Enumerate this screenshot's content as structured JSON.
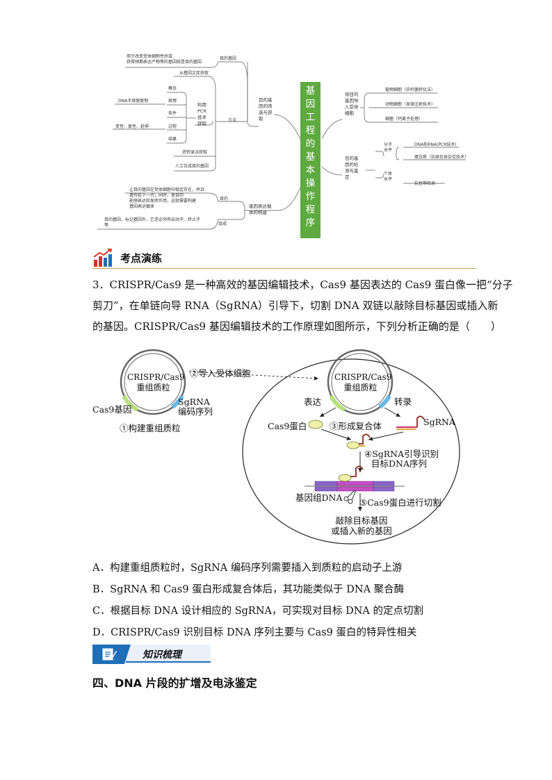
{
  "mindmap": {
    "center_chars": [
      "基",
      "因",
      "工",
      "程",
      "的",
      "基",
      "本",
      "操",
      "作",
      "程",
      "序"
    ],
    "left": {
      "target_gene": {
        "title_lines": [
          "目的基",
          "因的筛",
          "选与获",
          "取"
        ],
        "purpose_label": "目的基因",
        "purpose_text": [
          "用于改变受体细胞性状或",
          "获得预期表达产物等的基因就是目的基因"
        ],
        "method_label": "方法",
        "from_library": "从基因文库获取",
        "pcr_label": [
          "利用",
          "PCR",
          "技术",
          "获取"
        ],
        "pcr_items": [
          "概念",
          "原理",
          "条件",
          "过程",
          "结果"
        ],
        "pcr_principle_detail": "DNA半保留复制",
        "pcr_process_detail": "变性、复性、延伸",
        "reverse_transcription": "逆转录法获取",
        "synthesis": "人工合成目的基因"
      },
      "vector": {
        "title_lines": [
          "基因表达载",
          "体的构建"
        ],
        "purpose_label": "目的",
        "purpose_text": [
          "让目的基因在受体细胞中稳定存在，并且",
          "遗传给下一代；同时，使目的",
          "能够表达和发挥作用，这就需要构建",
          "基因表达载体"
        ],
        "component_label": "组成",
        "component_text": [
          "目的基因、标记基因外，它还必须有启动子、终止子",
          "等"
        ]
      }
    },
    "right": {
      "transform": {
        "title_lines": [
          "将目的",
          "基因导",
          "入受体",
          "细胞"
        ],
        "items": [
          "植物细胞（农杆菌转化法）",
          "动物细胞（显微注射技术）",
          "细菌（钙离子处理）"
        ]
      },
      "detect": {
        "title_lines": [
          "目的基",
          "因的检",
          "测与鉴",
          "定"
        ],
        "molecular": [
          "分子",
          "水平"
        ],
        "molecular_items": [
          "DNA和RNA(PCR技术)",
          "蛋白质（抗原抗体杂交技术）"
        ],
        "individual": [
          "个体",
          "水平"
        ],
        "individual_items": [
          "抗性等检测"
        ]
      }
    }
  },
  "section1": {
    "title": "考点演练"
  },
  "question": {
    "number": "3．",
    "lines": [
      "CRISPR/Cas9 是一种高效的基因编辑技术，Cas9 基因表达的 Cas9 蛋白像一把“分子",
      "剪刀”，在单链向导 RNA（SgRNA）引导下，切割 DNA 双链以敲除目标基因或插入新",
      "的基因。CRISPR/Cas9 基因编辑技术的工作原理如图所示，下列分析正确的是（　　）"
    ]
  },
  "diagram": {
    "plasmid_title": [
      "CRISPR/Cas9",
      "重组质粒"
    ],
    "cas9_gene": "Cas9基因",
    "sgrna_code": [
      "SgRNA",
      "编码序列"
    ],
    "step1": "①构建重组质粒",
    "step2": "②导入受体细胞",
    "express": "表达",
    "transcribe": "转录",
    "cas9_protein": "Cas9蛋白",
    "step3": "③形成复合体",
    "sgrna": "SgRNA",
    "step4": [
      "④SgRNA引导识别",
      "目标DNA序列"
    ],
    "genome_dna": "基因组DNA",
    "step5": "⑤Cas9蛋白进行切割",
    "result": [
      "敲除目标基因",
      "或插入新的基因"
    ]
  },
  "options": [
    "A．构建重组质粒时，SgRNA 编码序列需要插入到质粒的启动子上游",
    "B．SgRNA 和 Cas9 蛋白形成复合体后，其功能类似于 DNA 聚合酶",
    "C．根据目标 DNA 设计相应的 SgRNA，可实现对目标 DNA 的定点切割",
    "D．CRISPR/Cas9 识别目标 DNA 序列主要与 Cas9 蛋白的特异性相关"
  ],
  "section2": {
    "title": "知识梳理"
  },
  "heading": "四、DNA 片段的扩增及电泳鉴定",
  "colors": {
    "mindmap_center": "#5faa40",
    "banner_line": "#c8a24a",
    "icon_blue": "#1f6fb8",
    "icon_red": "#d8321e"
  }
}
